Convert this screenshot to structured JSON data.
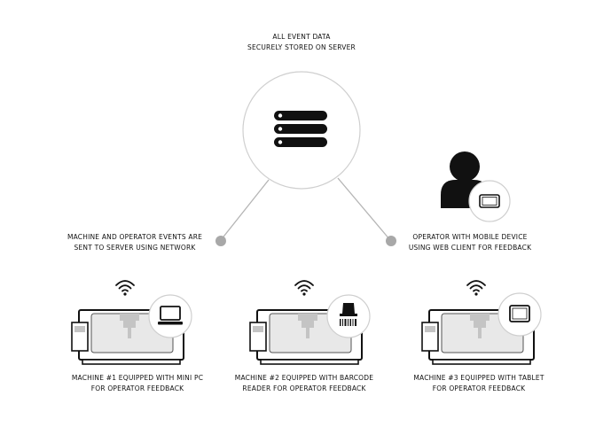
{
  "server": {
    "caption_line1": "ALL EVENT DATA",
    "caption_line2": "SECURELY STORED ON SERVER"
  },
  "network": {
    "caption_line1": "MACHINE AND OPERATOR EVENTS ARE",
    "caption_line2": "SENT TO SERVER USING NETWORK"
  },
  "operator": {
    "caption_line1": "OPERATOR WITH MOBILE DEVICE",
    "caption_line2": "USING WEB CLIENT FOR FEEDBACK"
  },
  "machines": [
    {
      "caption_line1": "MACHINE #1 EQUIPPED WITH MINI PC",
      "caption_line2": "FOR OPERATOR FEEDBACK",
      "device_icon": "laptop-icon"
    },
    {
      "caption_line1": "MACHINE #2 EQUIPPED WITH BARCODE",
      "caption_line2": "READER FOR OPERATOR FEEDBACK",
      "device_icon": "barcode-reader-icon"
    },
    {
      "caption_line1": "MACHINE #3 EQUIPPED WITH TABLET",
      "caption_line2": "FOR OPERATOR FEEDBACK",
      "device_icon": "tablet-icon"
    }
  ],
  "colors": {
    "ink": "#111111",
    "connector": "#b5b5b5",
    "node_dot": "#a8a8a8",
    "machine_body": "#e8e8e8",
    "machine_detail": "#c4c4c4"
  }
}
